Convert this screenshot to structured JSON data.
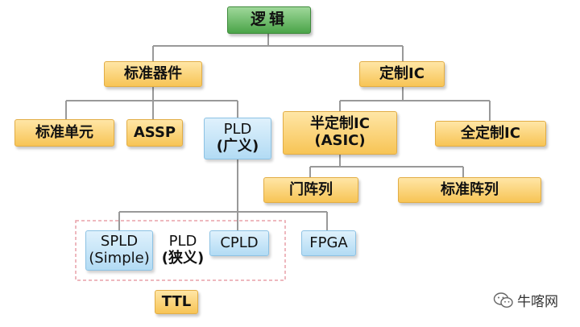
{
  "nodes": {
    "logic": "逻辑",
    "standard_parts": "标准器件",
    "custom_ic": "定制IC",
    "standard_cell": "标准单元",
    "assp": "ASSP",
    "pld_broad": {
      "line1": "PLD",
      "line2": "(广义)"
    },
    "semi_custom": {
      "line1": "半定制IC",
      "line2": "(ASIC)"
    },
    "full_custom": "全定制IC",
    "gate_array": "门阵列",
    "standard_array": "标准阵列",
    "spld": {
      "line1": "SPLD",
      "line2": "(Simple)"
    },
    "pld_narrow": {
      "line1": "PLD",
      "line2": "(狭义)"
    },
    "cpld": "CPLD",
    "fpga": "FPGA",
    "ttl": "TTL"
  },
  "watermark": {
    "text": "牛喀网",
    "icon": "wechat-icon"
  },
  "colors": {
    "orange": "#f7c455",
    "green": "#4aa448",
    "blue": "#b2dbf4",
    "line": "#999999",
    "dashed": "#e8a0a8"
  }
}
